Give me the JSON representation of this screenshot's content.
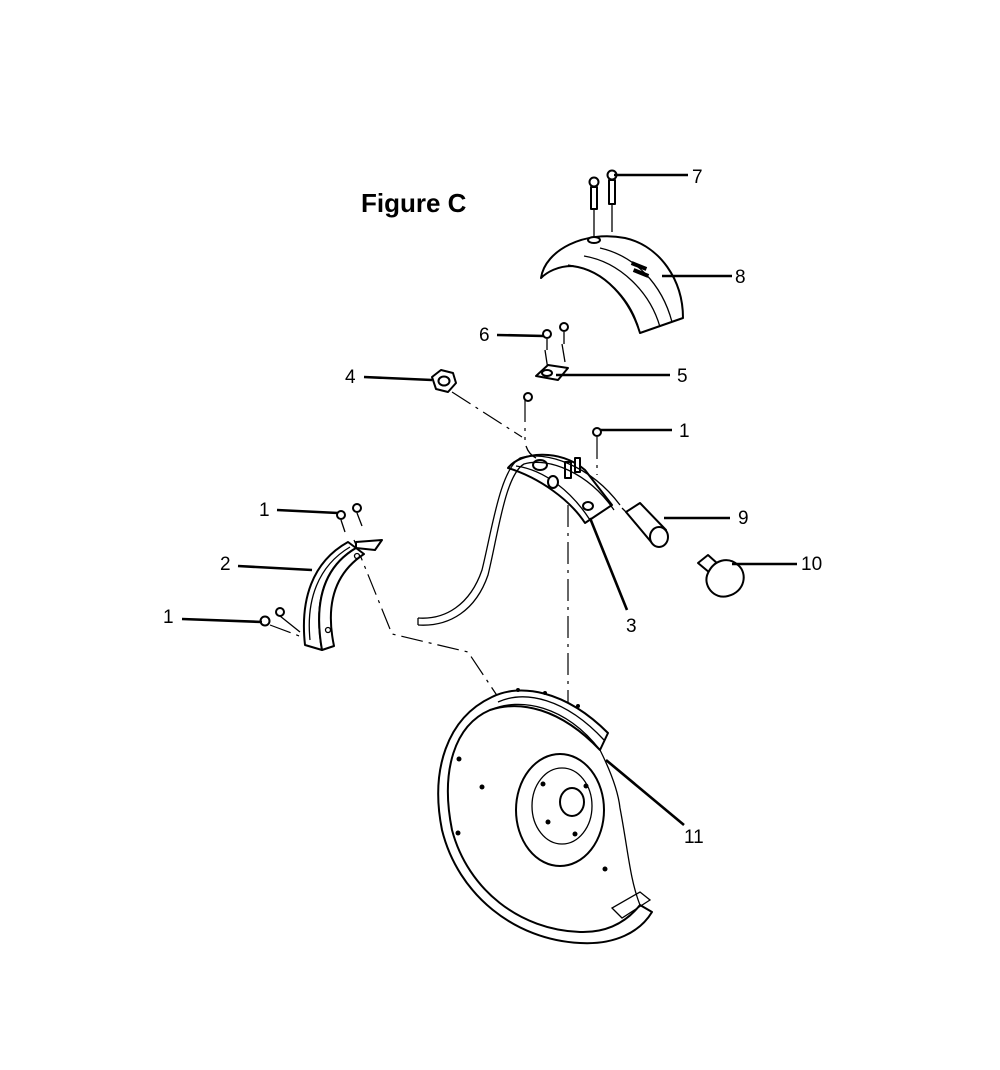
{
  "figure": {
    "title": "Figure   C"
  },
  "callouts": [
    {
      "id": "c7",
      "label": "7"
    },
    {
      "id": "c8",
      "label": "8"
    },
    {
      "id": "c6",
      "label": "6"
    },
    {
      "id": "c5",
      "label": "5"
    },
    {
      "id": "c4",
      "label": "4"
    },
    {
      "id": "c1a",
      "label": "1"
    },
    {
      "id": "c9",
      "label": "9"
    },
    {
      "id": "c1b",
      "label": "1"
    },
    {
      "id": "c2",
      "label": "2"
    },
    {
      "id": "c10",
      "label": "10"
    },
    {
      "id": "c1c",
      "label": "1"
    },
    {
      "id": "c3",
      "label": "3"
    },
    {
      "id": "c11",
      "label": "11"
    }
  ],
  "colors": {
    "line": "#000000",
    "background": "#ffffff"
  }
}
